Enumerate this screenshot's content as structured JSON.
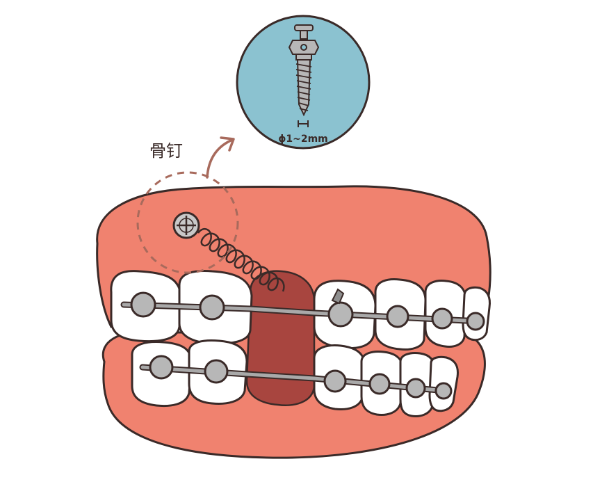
{
  "labels": {
    "screw_label": "骨钉",
    "diameter_label": "ϕ1~2mm"
  },
  "colors": {
    "gum": "#F0826F",
    "gum_outline": "#3A2A28",
    "tooth": "#FFFFFF",
    "gap": "#A8453F",
    "bracket": "#B7B7B7",
    "wire": "#A9A9A9",
    "inset_circle": "#8BC2D0",
    "dashed_circle": "#A86A5C",
    "arrow": "#A86A5C"
  },
  "icons": [
    "screw-icon",
    "spring-coil",
    "bone-screw-head-icon"
  ]
}
